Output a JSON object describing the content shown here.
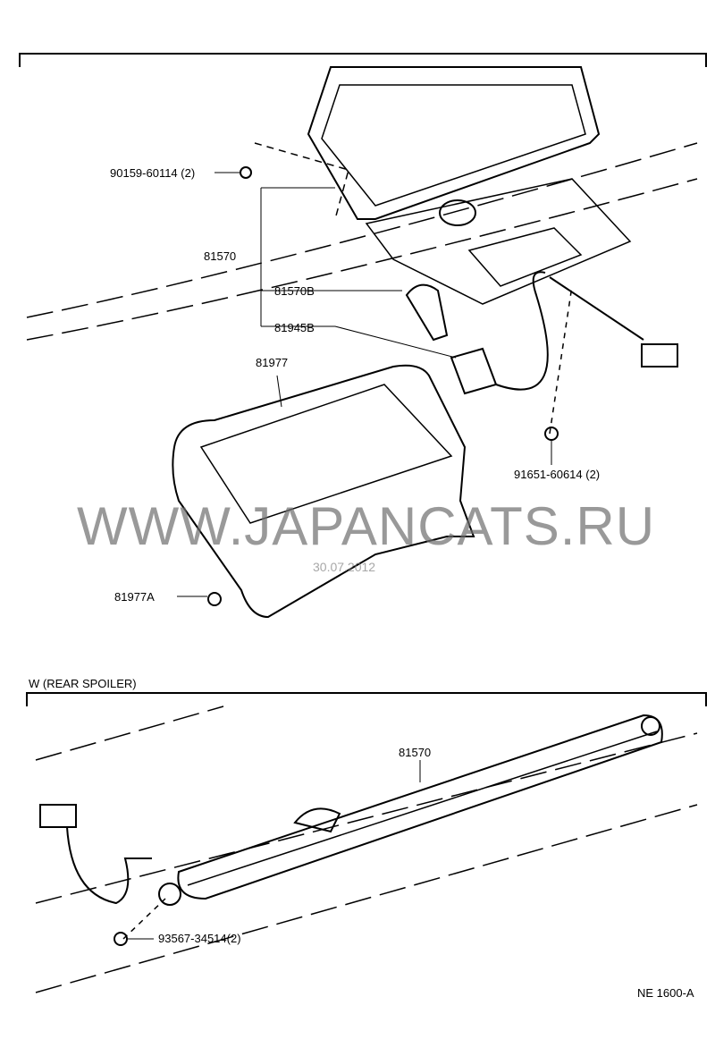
{
  "labels": {
    "bolt": "90159-60114 (2)",
    "lamp_assy": "81570",
    "bulb": "81570B",
    "socket": "81945B",
    "cover": "81977",
    "nut": "91651-60614 (2)",
    "clip": "81977A",
    "section_title": "W (REAR SPOILER)",
    "spoiler_lamp": "81570",
    "spoiler_nut": "93567-34514(2)",
    "figure_code": "NE 1600-A"
  },
  "watermark": {
    "site": "WWW.JAPANCATS.RU",
    "date": "30.07.2012"
  }
}
